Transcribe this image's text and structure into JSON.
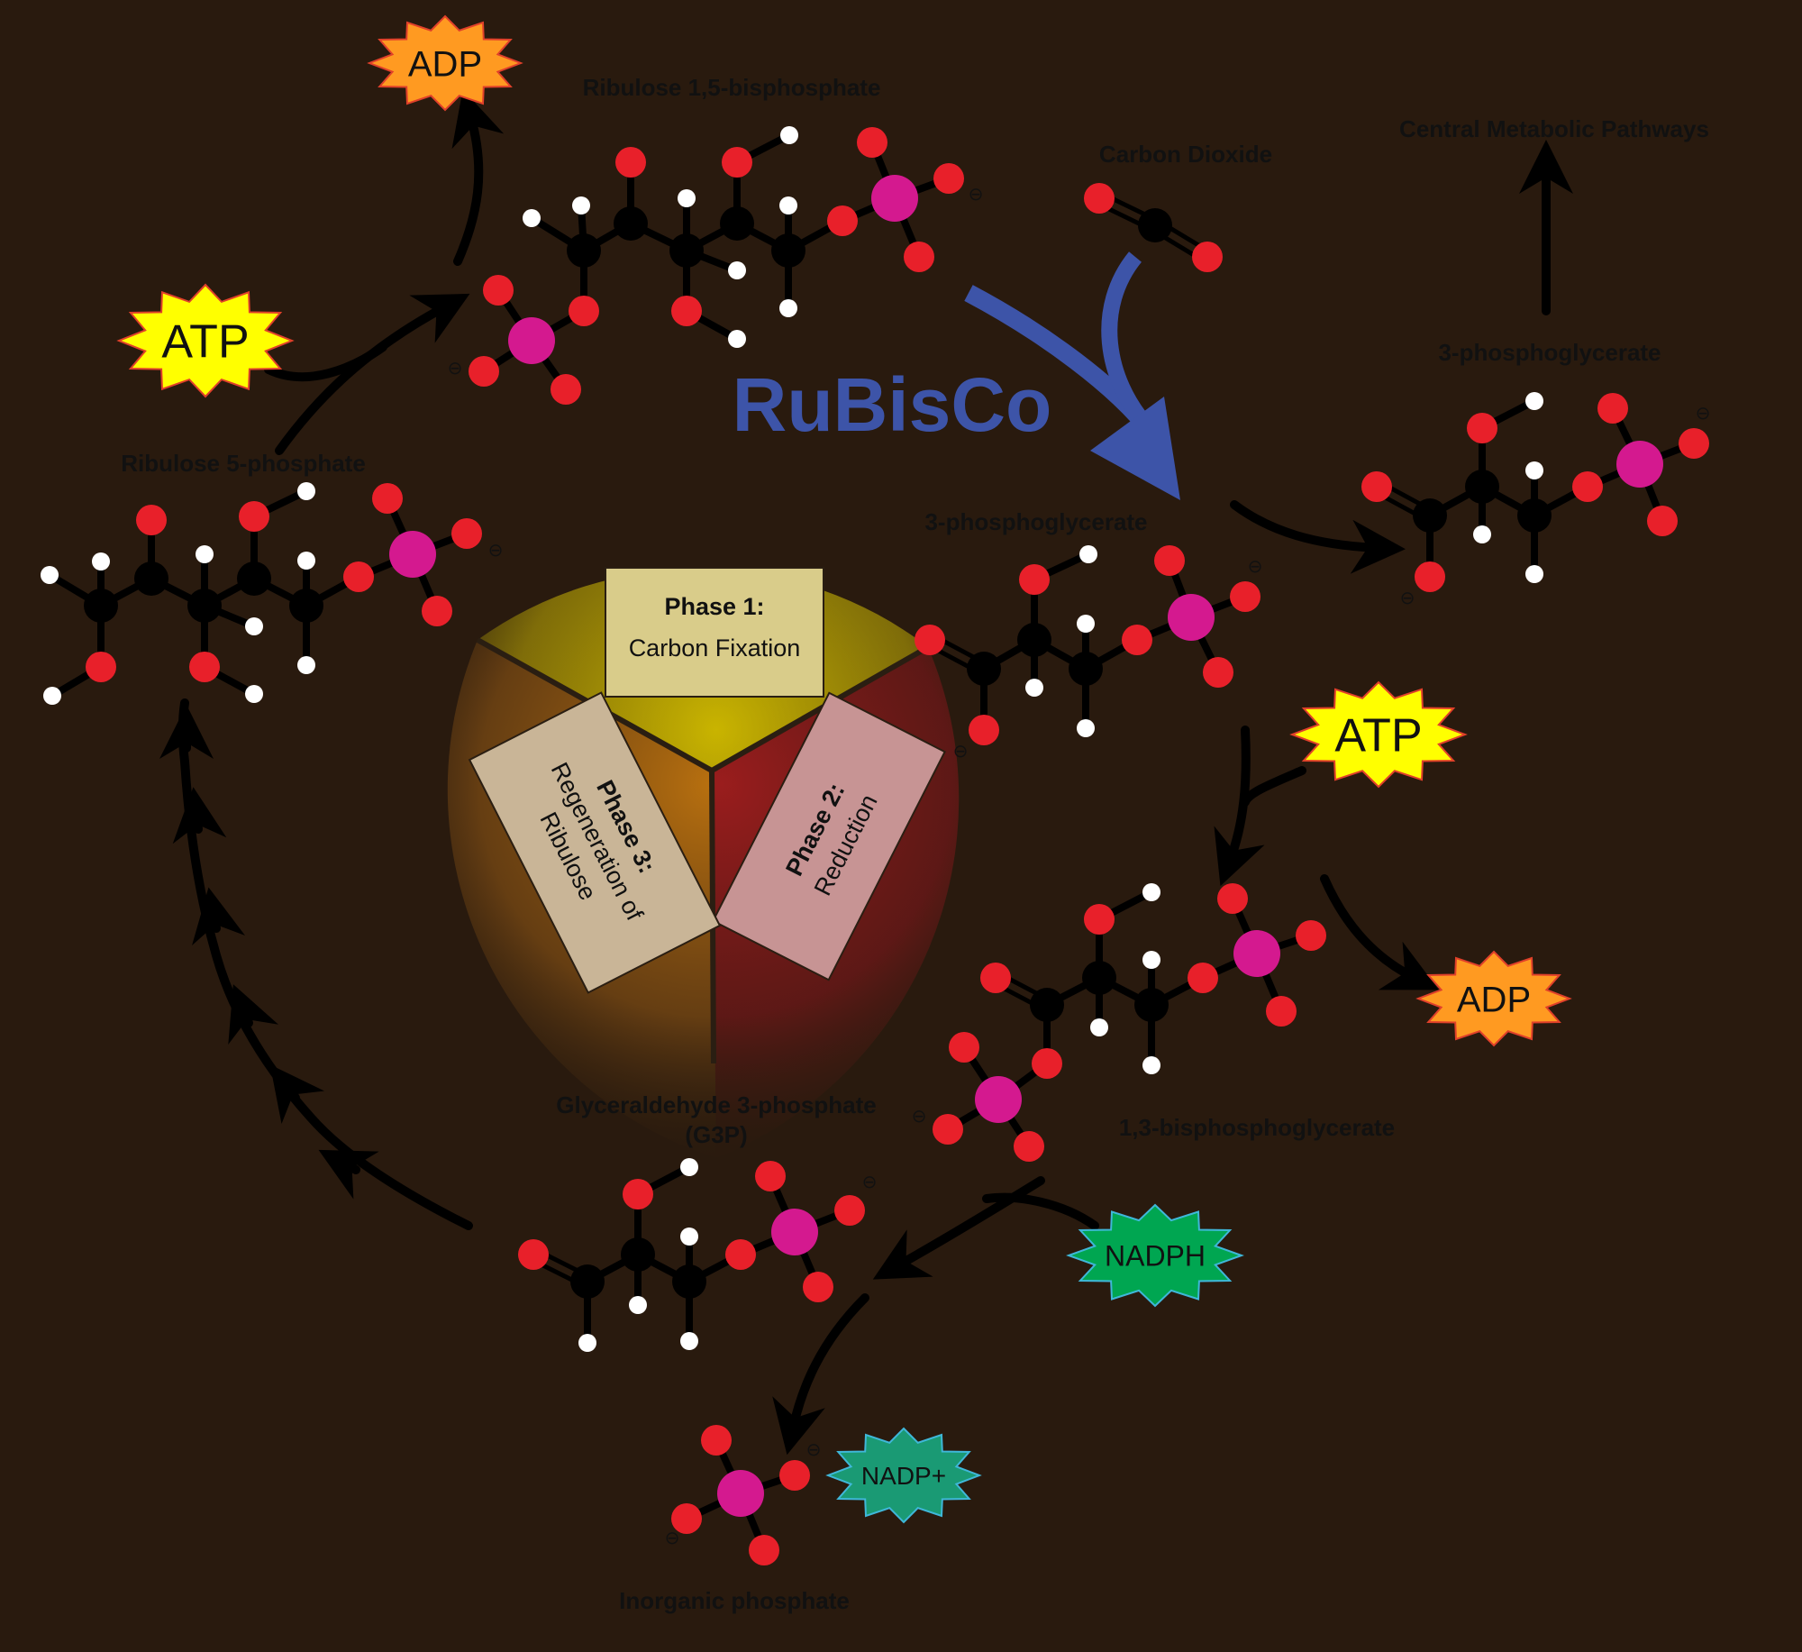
{
  "title": "",
  "enzyme": {
    "name": "RuBisCo",
    "color": "#3d54a8"
  },
  "phases": [
    {
      "title": "Phase 1:",
      "subtitle": "Carbon Fixation",
      "color": "#c2b100"
    },
    {
      "title": "Phase 2:",
      "subtitle": "Reduction",
      "color": "#8f1c1c"
    },
    {
      "title": "Phase 3:",
      "subtitle_line1": "Regeneration of",
      "subtitle_line2": "Ribulose",
      "color": "#b56a16"
    }
  ],
  "molecules": {
    "rubp": "Ribulose 1,5-bisphosphate",
    "co2": "Carbon Dioxide",
    "pga_product": "3-phosphoglycerate",
    "pga_cycle": "3-phosphoglycerate",
    "central": "Central Metabolic Pathways",
    "bpg": "1,3-bisphosphoglycerate",
    "g3p_line1": "Glyceraldehyde 3-phosphate",
    "g3p_line2": "(G3P)",
    "pi": "Inorganic phosphate",
    "r5p": "Ribulose 5-phosphate"
  },
  "cofactors": {
    "atp_top": "ATP",
    "adp_top": "ADP",
    "atp_right": "ATP",
    "adp_right": "ADP",
    "nadph": "NADPH",
    "nadp": "NADP+"
  },
  "charge_symbol": "⊖",
  "colors": {
    "background": "#291a0e",
    "oxygen": "#e8202a",
    "carbon": "#000000",
    "hydrogen": "#ffffff",
    "phosphorus": "#d4198f",
    "atp": "#ffff00",
    "adp": "#ff9a21",
    "nadph": "#00a651",
    "nadp": "#1a9a74",
    "phase_box_fill": "#d9cc8a"
  }
}
